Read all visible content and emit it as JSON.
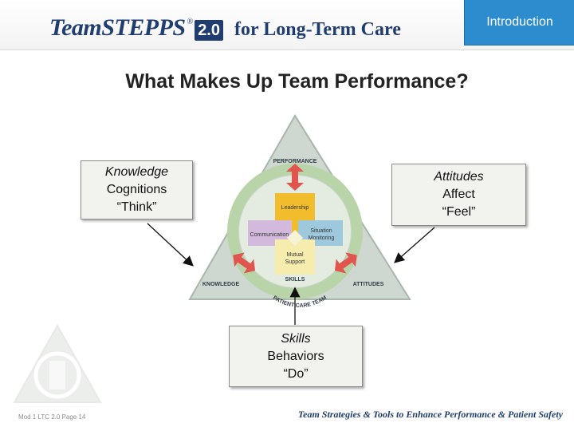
{
  "header": {
    "logo_main": "TeamSTEPPS",
    "logo_reg": "®",
    "logo_version": "2.0",
    "logo_subtitle": "for Long-Term Care",
    "section_tab": "Introduction"
  },
  "slide": {
    "title": "What Makes Up Team Performance?"
  },
  "diagram": {
    "top_label": "PERFORMANCE",
    "left_label": "KNOWLEDGE",
    "right_label": "ATTITUDES",
    "bottom_label": "SKILLS",
    "ring_text": "PATIENT CARE TEAM",
    "segments": {
      "leadership": "Leadership",
      "communication": "Communication",
      "situation_line1": "Situation",
      "situation_line2": "Monitoring",
      "support_line1": "Mutual",
      "support_line2": "Support"
    },
    "colors": {
      "triangle_fill": "#cfd8d0",
      "ring": "#b8d4a8",
      "arrow": "#e2554f",
      "leadership": "#f2bd2d",
      "communication": "#d3b9db",
      "situation": "#9ec9dd",
      "support": "#f5ecae"
    }
  },
  "callouts": {
    "knowledge": {
      "line1": "Knowledge",
      "line2": "Cognitions",
      "line3": "“Think”"
    },
    "attitudes": {
      "line1": "Attitudes",
      "line2": "Affect",
      "line3": "“Feel”"
    },
    "skills": {
      "line1": "Skills",
      "line2": "Behaviors",
      "line3": "“Do”"
    }
  },
  "footer": {
    "module": "Mod 1 LTC 2.0 Page 14",
    "tagline": "Team Strategies & Tools to Enhance Performance & Patient Safety"
  }
}
